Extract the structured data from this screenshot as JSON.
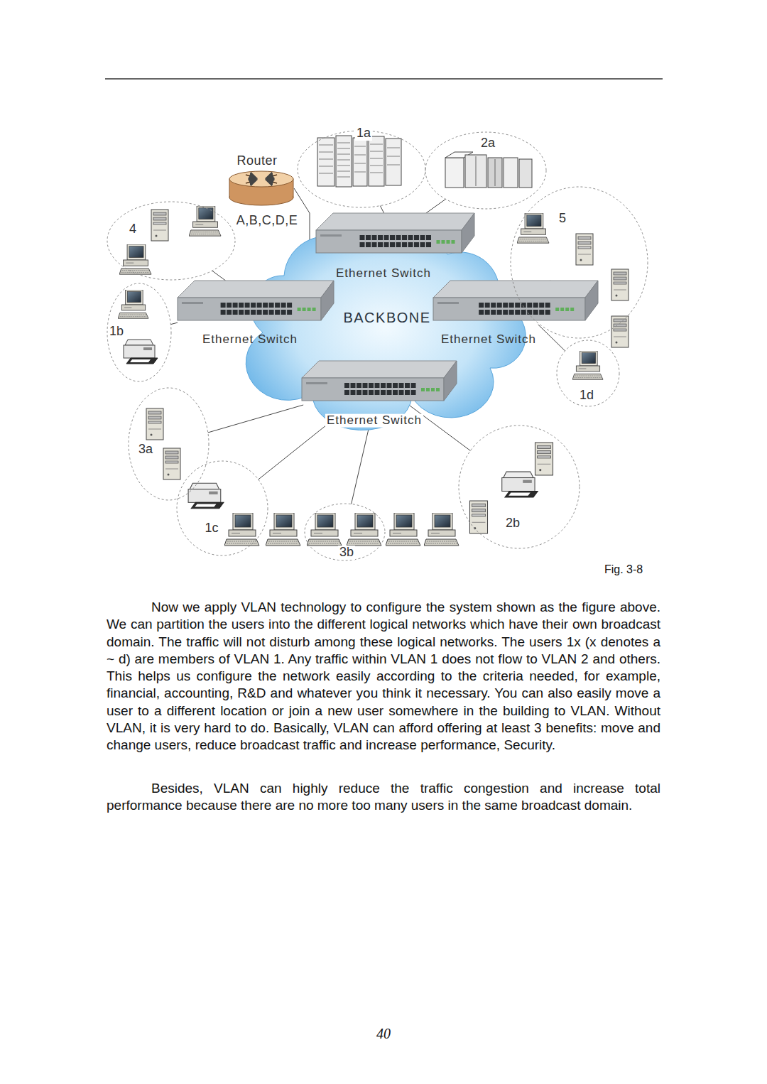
{
  "diagram": {
    "caption": "Fig. 3-8",
    "nodes": [
      {
        "text": [
          "BACKBONE"
        ]
      },
      {
        "text": [
          "Ethernet Switch"
        ]
      },
      {
        "text": [
          "Ethernet Switch"
        ]
      },
      {
        "text": [
          "Ethernet Switch"
        ]
      },
      {
        "text": [
          "Ethernet Switch"
        ]
      },
      {
        "text": [
          "Router",
          "A,B,C,D,E"
        ]
      },
      {
        "text": [
          "1a"
        ]
      },
      {
        "text": [
          "2a"
        ]
      },
      {
        "text": [
          "4"
        ]
      },
      {
        "text": [
          "1b"
        ]
      },
      {
        "text": [
          "5"
        ]
      },
      {
        "text": [
          "1d"
        ]
      },
      {
        "text": [
          "3a"
        ]
      },
      {
        "text": [
          "1c"
        ]
      },
      {
        "text": [
          "3b"
        ]
      },
      {
        "text": [
          "2b"
        ]
      }
    ],
    "edges": [
      {
        "from": 1,
        "to": 6,
        "arrow": "none"
      },
      {
        "from": 1,
        "to": 7,
        "arrow": "none"
      },
      {
        "from": 2,
        "to": 8,
        "arrow": "none"
      },
      {
        "from": 2,
        "to": 9,
        "arrow": "none"
      },
      {
        "from": 3,
        "to": 10,
        "arrow": "none"
      },
      {
        "from": 3,
        "to": 11,
        "arrow": "none"
      },
      {
        "from": 4,
        "to": 12,
        "arrow": "none"
      },
      {
        "from": 4,
        "to": 13,
        "arrow": "none"
      },
      {
        "from": 4,
        "to": 14,
        "arrow": "none"
      },
      {
        "from": 4,
        "to": 15,
        "arrow": "none"
      },
      {
        "from": 5,
        "to": 0,
        "arrow": "none"
      }
    ],
    "labels": [
      "Now we apply VLAN technology to configure the system shown as the figure above. We can partition the users into the different logical networks which have their own broadcast domain. The traffic will not disturb among these logical networks. The users 1x (x denotes a ~ d) are members of VLAN 1. Any traffic within VLAN 1 does not flow to VLAN 2 and others. This helps us configure the network easily according to the criteria needed, for example, financial, accounting, R&D and whatever you think it necessary. You can also easily move a user to a different location or join a new user somewhere in the building to VLAN. Without VLAN, it is very hard to do. Basically, VLAN can afford offering at least 3 benefits: move and change users, reduce broadcast traffic and increase performance, Security.",
      "Besides, VLAN can highly reduce the traffic congestion and increase total performance because there are no more too many users in the same broadcast domain.",
      "40"
    ]
  }
}
